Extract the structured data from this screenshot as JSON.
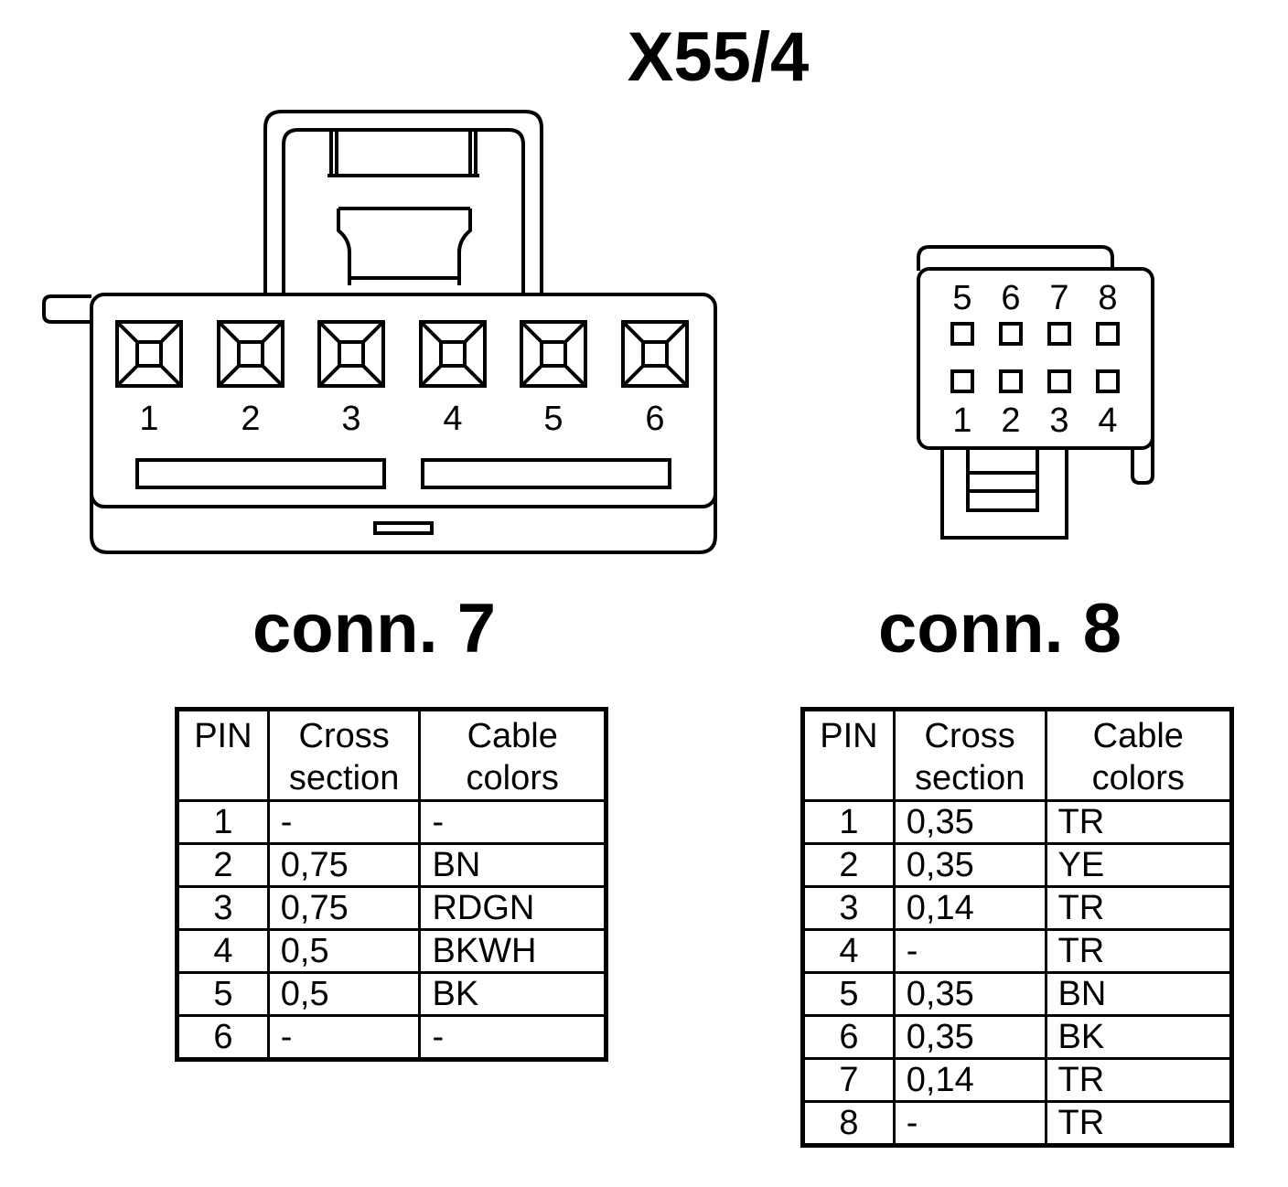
{
  "title": "X55/4",
  "connectors": [
    {
      "label": "conn. 7",
      "pin_numbers": [
        "1",
        "2",
        "3",
        "4",
        "5",
        "6"
      ],
      "table": {
        "headers": {
          "pin": "PIN",
          "cross_1": "Cross",
          "cross_2": "section",
          "color_1": "Cable",
          "color_2": "colors"
        },
        "rows": [
          {
            "pin": "1",
            "cross": "-",
            "color": "-"
          },
          {
            "pin": "2",
            "cross": "0,75",
            "color": "BN"
          },
          {
            "pin": "3",
            "cross": "0,75",
            "color": "RDGN"
          },
          {
            "pin": "4",
            "cross": "0,5",
            "color": "BKWH"
          },
          {
            "pin": "5",
            "cross": "0,5",
            "color": "BK"
          },
          {
            "pin": "6",
            "cross": "-",
            "color": "-"
          }
        ]
      }
    },
    {
      "label": "conn. 8",
      "pin_numbers_top": [
        "5",
        "6",
        "7",
        "8"
      ],
      "pin_numbers_bottom": [
        "1",
        "2",
        "3",
        "4"
      ],
      "table": {
        "headers": {
          "pin": "PIN",
          "cross_1": "Cross",
          "cross_2": "section",
          "color_1": "Cable",
          "color_2": "colors"
        },
        "rows": [
          {
            "pin": "1",
            "cross": "0,35",
            "color": "TR"
          },
          {
            "pin": "2",
            "cross": "0,35",
            "color": "YE"
          },
          {
            "pin": "3",
            "cross": "0,14",
            "color": "TR"
          },
          {
            "pin": "4",
            "cross": "-",
            "color": "TR"
          },
          {
            "pin": "5",
            "cross": "0,35",
            "color": "BN"
          },
          {
            "pin": "6",
            "cross": "0,35",
            "color": "BK"
          },
          {
            "pin": "7",
            "cross": "0,14",
            "color": "TR"
          },
          {
            "pin": "8",
            "cross": "-",
            "color": "TR"
          }
        ]
      }
    }
  ]
}
